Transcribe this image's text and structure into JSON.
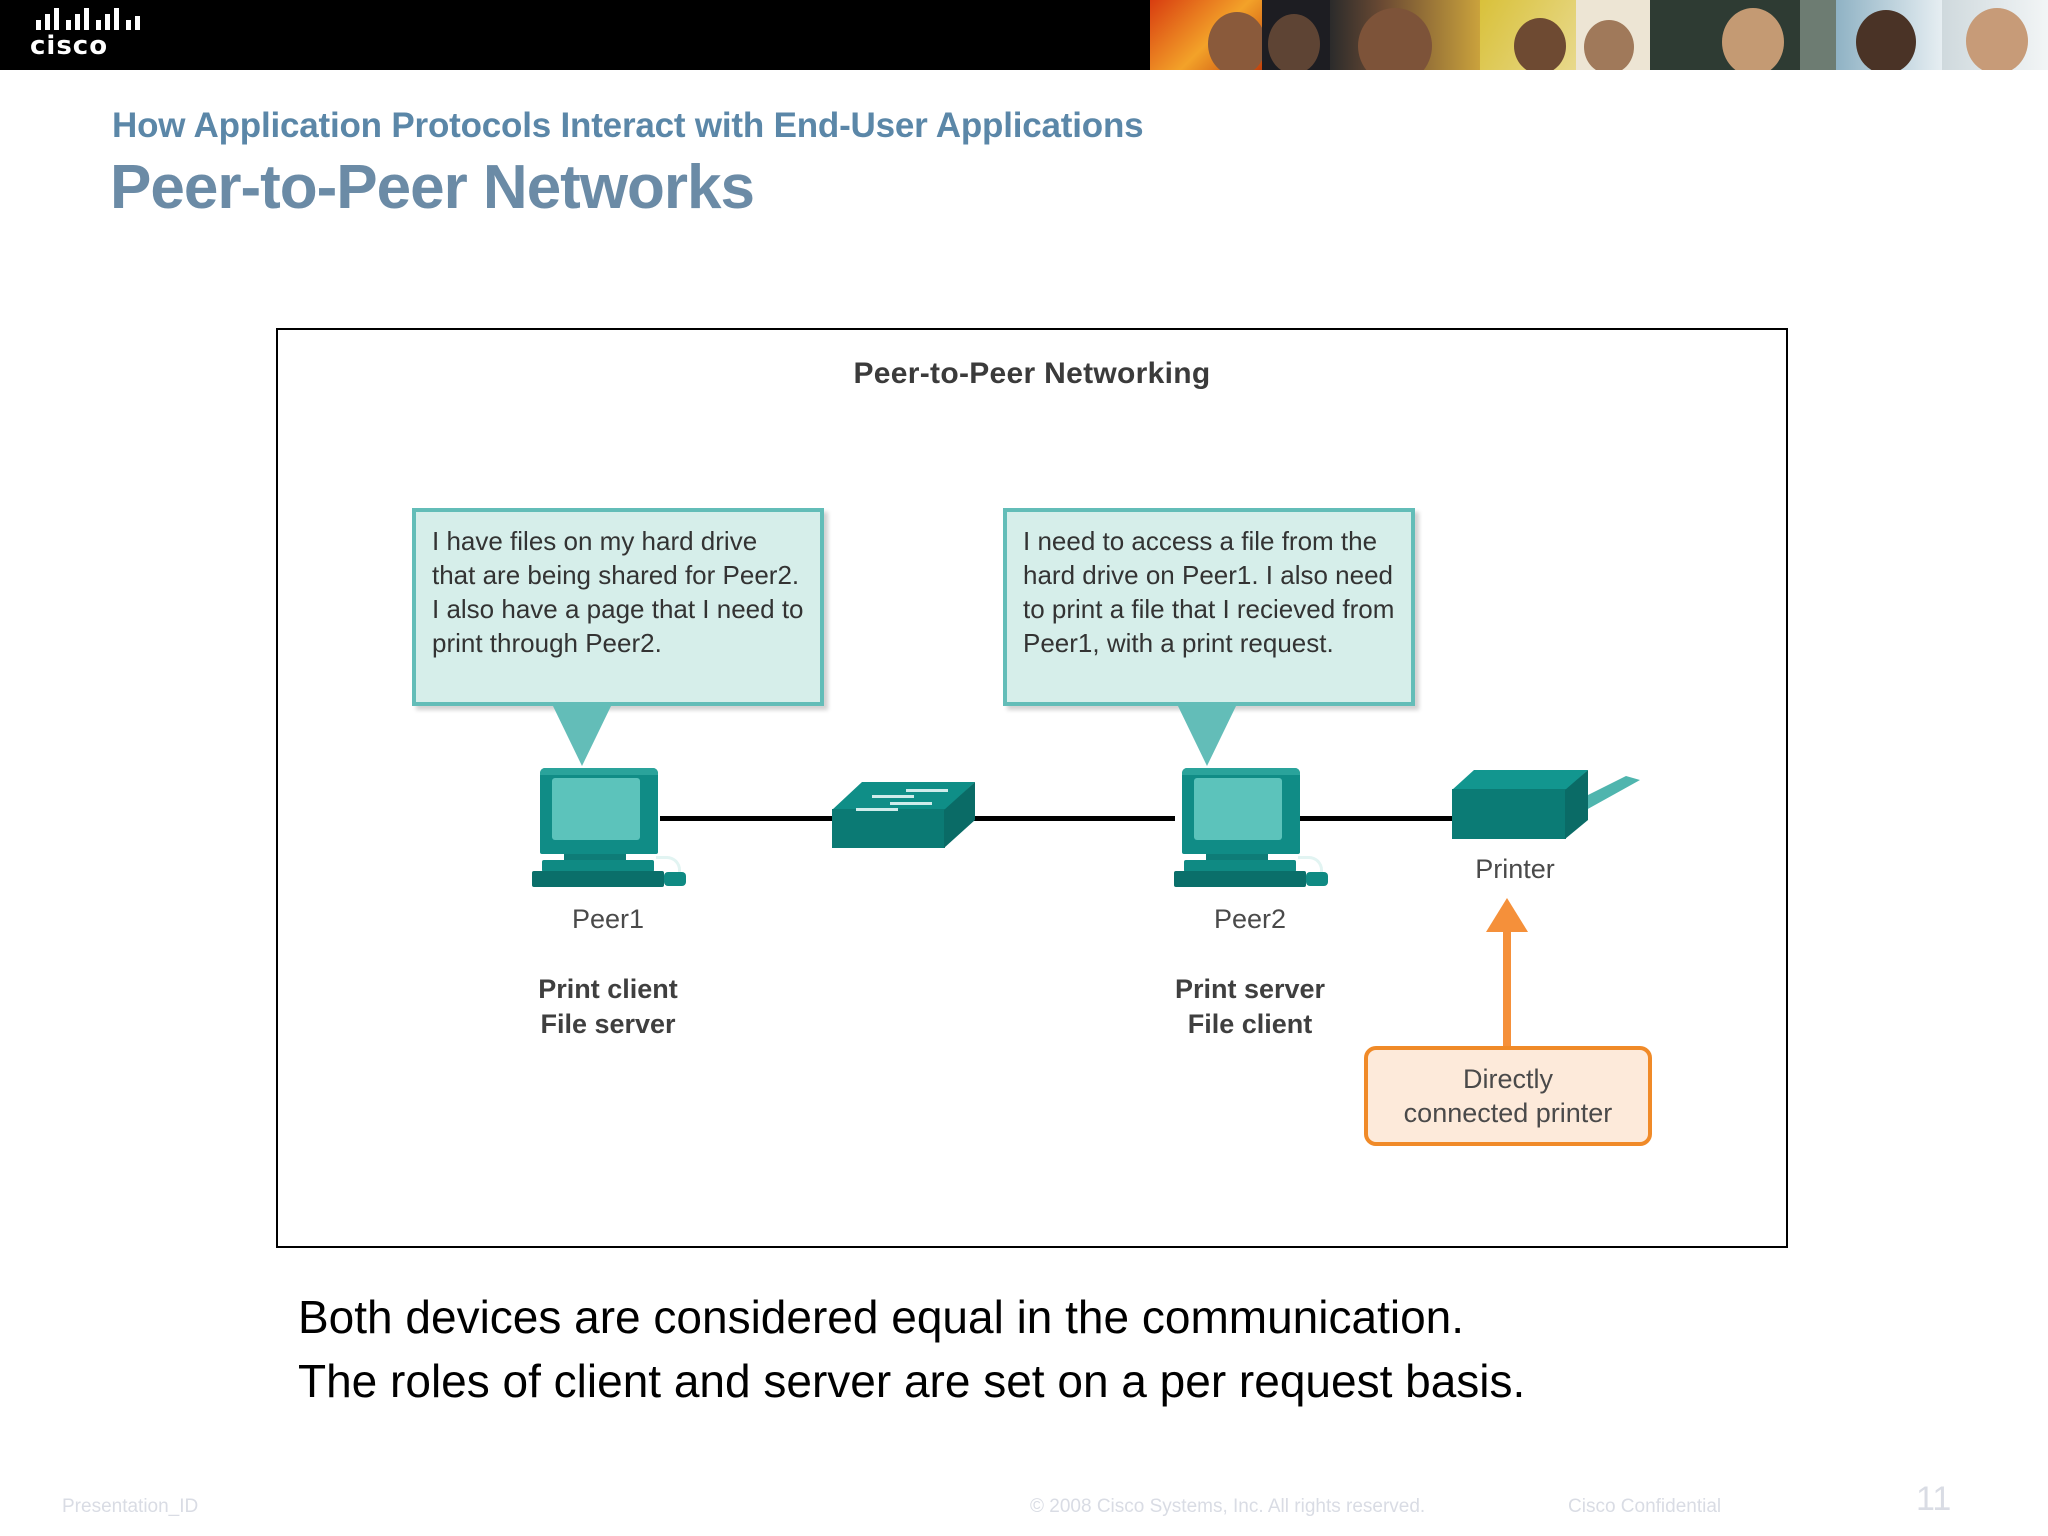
{
  "brand": {
    "logo_text": "cisco",
    "logo_name": "cisco-logo"
  },
  "header": {
    "eyebrow": "How Application Protocols Interact with End-User Applications",
    "title": "Peer-to-Peer Networks"
  },
  "diagram": {
    "title": "Peer-to-Peer Networking",
    "bubbles": [
      {
        "id": "peer1-bubble",
        "text": "I have files on my hard drive that are being shared for Peer2. I also have a page that I need to print through Peer2."
      },
      {
        "id": "peer2-bubble",
        "text": "I need to access a file from the hard drive on Peer1. I also need to print a file that I recieved from Peer1, with a print request."
      }
    ],
    "devices": [
      {
        "id": "peer1",
        "label": "Peer1",
        "icon": "desktop-computer-icon"
      },
      {
        "id": "switch",
        "label": "",
        "icon": "network-switch-icon"
      },
      {
        "id": "peer2",
        "label": "Peer2",
        "icon": "desktop-computer-icon"
      },
      {
        "id": "printer",
        "label": "Printer",
        "icon": "printer-icon"
      }
    ],
    "roles": [
      {
        "id": "peer1-roles",
        "line1": "Print client",
        "line2": "File server"
      },
      {
        "id": "peer2-roles",
        "line1": "Print server",
        "line2": "File client"
      }
    ],
    "callout": {
      "line1": "Directly",
      "line2": "connected printer"
    }
  },
  "body": {
    "line1": "Both devices are considered equal in the communication.",
    "line2": "The roles of client and server are set on a per request basis."
  },
  "footer": {
    "presentation_id": "Presentation_ID",
    "copyright": "© 2008 Cisco Systems, Inc. All rights reserved.",
    "confidential": "Cisco Confidential",
    "slide_number": "11"
  },
  "colors": {
    "title_blue": "#6b8ba6",
    "eyebrow_blue": "#5b87a8",
    "device_teal": "#0f8e87",
    "bubble_fill": "#d6eeea",
    "bubble_border": "#63bdb8",
    "callout_fill": "#fdeada",
    "callout_border": "#f08a28",
    "arrow_orange": "#f5903a",
    "footer_gray": "#d9dce4"
  }
}
